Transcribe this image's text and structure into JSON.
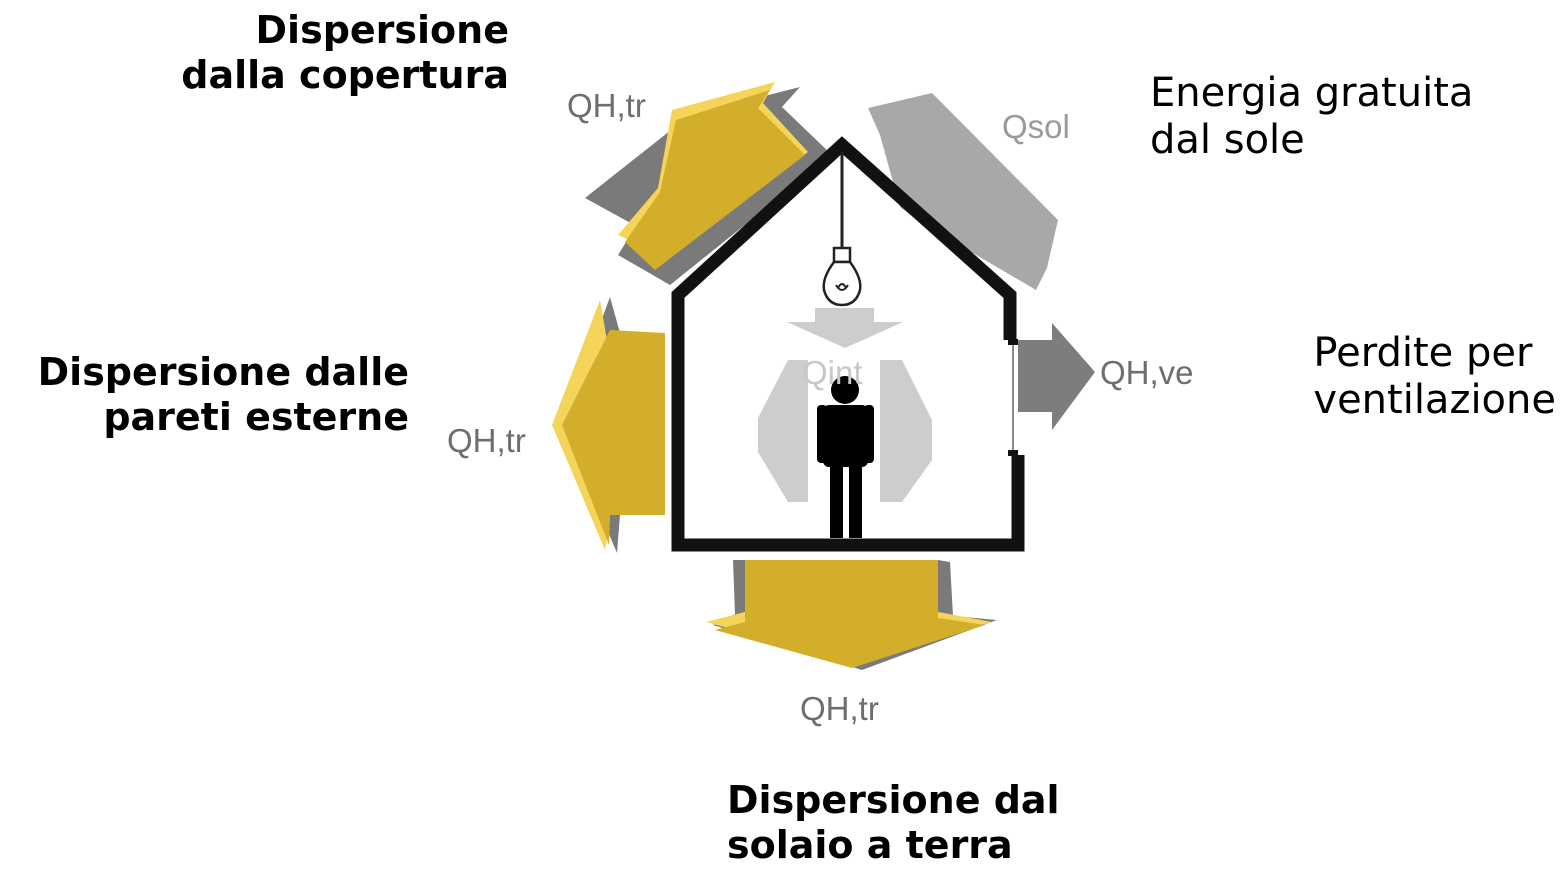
{
  "captions": {
    "roof": [
      "Dispersione",
      "dalla copertura"
    ],
    "solar": [
      "Energia gratuita",
      "dal sole"
    ],
    "walls": [
      "Dispersione dalle",
      "pareti esterne"
    ],
    "ventilation": [
      "Perdite per",
      "ventilazione"
    ],
    "ground": [
      "Dispersione dal",
      "solaio a terra"
    ]
  },
  "symbols": {
    "roof_loss": "QH,tr",
    "solar_gain": "Qsol",
    "internal_gain": "Qint",
    "wall_loss": "QH,tr",
    "ventilation_loss": "QH,ve",
    "ground_loss": "QH,tr"
  },
  "colors": {
    "loss_arrow": "#d2ae2a",
    "loss_highlight": "#f5d45a",
    "arrow_shadow": "#7a7a7a",
    "solar_arrow": "#a8a8a8",
    "internal_arrow": "#cdcdcd",
    "ventilation_arrow": "#7d7d7d",
    "house_outline": "#111111"
  }
}
